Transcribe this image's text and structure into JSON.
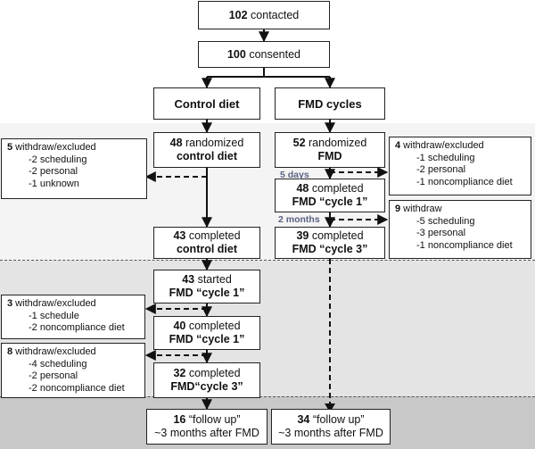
{
  "top": {
    "contacted": {
      "num": "102",
      "text": " contacted"
    },
    "consented": {
      "num": "100",
      "text": " consented"
    }
  },
  "arms": {
    "control": "Control diet",
    "fmd": "FMD cycles"
  },
  "control_arm": {
    "randomized": {
      "num": "48",
      "text": " randomized",
      "sub": "control diet"
    },
    "completed": {
      "num": "43",
      "text": " completed",
      "sub": "control diet"
    },
    "started": {
      "num": "43",
      "text": " started",
      "sub": "FMD “cycle 1”"
    },
    "completed_c1": {
      "num": "40",
      "text": " completed",
      "sub": "FMD “cycle 1”"
    },
    "completed_c3": {
      "num": "32",
      "text": " completed",
      "sub": "FMD“cycle 3”"
    },
    "follow_up": {
      "num": "16",
      "text": " “follow up”",
      "sub": "~3 months after FMD"
    }
  },
  "fmd_arm": {
    "randomized": {
      "num": "52",
      "text": " randomized",
      "sub": "FMD"
    },
    "completed_c1": {
      "num": "48",
      "text": " completed",
      "sub": "FMD “cycle 1”"
    },
    "completed_c3": {
      "num": "39",
      "text": " completed",
      "sub": "FMD “cycle 3”"
    },
    "follow_up": {
      "num": "34",
      "text": " “follow up”",
      "sub": "~3 months after FMD"
    }
  },
  "intervals": {
    "five_days": "5 days",
    "two_months": "2 months"
  },
  "withdrawals": {
    "control_1": {
      "num": "5",
      "text": " withdraw/excluded",
      "items": [
        "-2 scheduling",
        "-2 personal",
        "-1 unknown"
      ]
    },
    "fmd_1": {
      "num": "4",
      "text": " withdraw/excluded",
      "items": [
        "-1 scheduling",
        "-2 personal",
        "-1 noncompliance diet"
      ]
    },
    "fmd_2": {
      "num": "9",
      "text": " withdraw",
      "items": [
        "-5 scheduling",
        "-3 personal",
        "-1 noncompliance diet"
      ]
    },
    "control_2": {
      "num": "3",
      "text": " withdraw/excluded",
      "items": [
        "-1 schedule",
        "-2 noncompliance diet"
      ]
    },
    "control_3": {
      "num": "8",
      "text": " withdraw/excluded",
      "items": [
        "-4 scheduling",
        "-2 personal",
        "-2 noncompliance diet"
      ]
    }
  }
}
